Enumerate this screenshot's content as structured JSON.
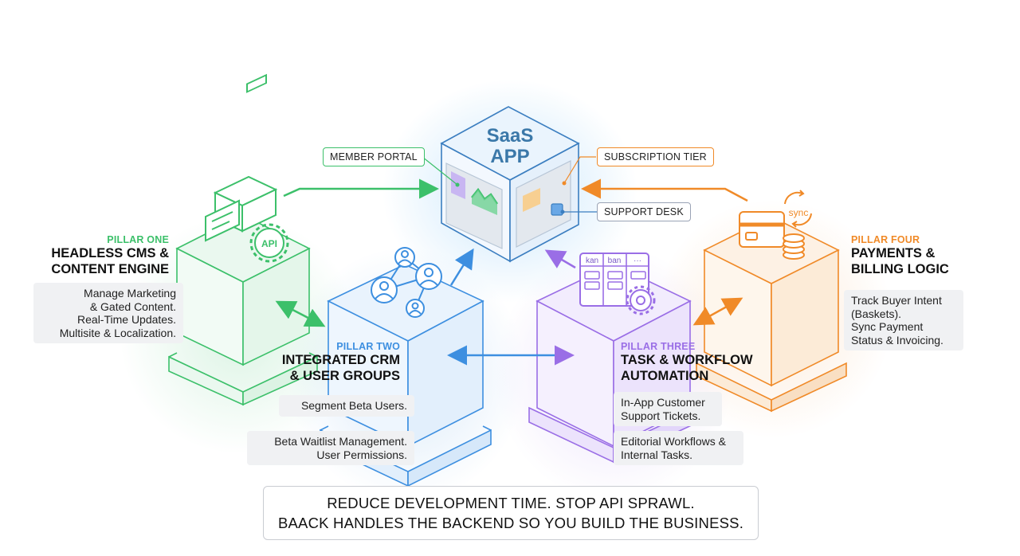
{
  "center": {
    "title_line1": "SaaS",
    "title_line2": "APP",
    "tags": {
      "member_portal": "MEMBER PORTAL",
      "subscription_tier": "SUBSCRIPTION TIER",
      "support_desk": "SUPPORT DESK"
    }
  },
  "pillars": [
    {
      "label": "PILLAR ONE",
      "title_line1": "HEADLESS CMS &",
      "title_line2": "CONTENT ENGINE",
      "notes": [
        "Manage Marketing",
        "& Gated Content.",
        "Real-Time Updates.",
        "Multisite & Localization."
      ],
      "icon_text": "API",
      "color": "#3cc06a"
    },
    {
      "label": "PILLAR TWO",
      "title_line1": "INTEGRATED CRM",
      "title_line2": "& USER GROUPS",
      "notes_a": [
        "Segment Beta Users."
      ],
      "notes_b": [
        "Beta Waitlist Management.",
        "User Permissions."
      ],
      "color": "#3d8fe0"
    },
    {
      "label": "PILLAR THREE",
      "title_line1": "TASK & WORKFLOW",
      "title_line2": "AUTOMATION",
      "notes_a": [
        "In-App Customer",
        "Support Tickets."
      ],
      "notes_b": [
        "Editorial Workflows &",
        "Internal Tasks."
      ],
      "kanban_cols": [
        "kan",
        "ban",
        "···"
      ],
      "color": "#9a6ee6"
    },
    {
      "label": "PILLAR FOUR",
      "title_line1": "PAYMENTS &",
      "title_line2": "BILLING LOGIC",
      "notes": [
        "Track Buyer Intent",
        "(Baskets).",
        "Sync Payment",
        "Status & Invoicing."
      ],
      "icon_text": "sync",
      "color": "#f08a28"
    }
  ],
  "banner": {
    "line1": "REDUCE DEVELOPMENT TIME. STOP API SPRAWL.",
    "line2": "BAACK HANDLES THE BACKEND SO YOU BUILD THE BUSINESS."
  }
}
